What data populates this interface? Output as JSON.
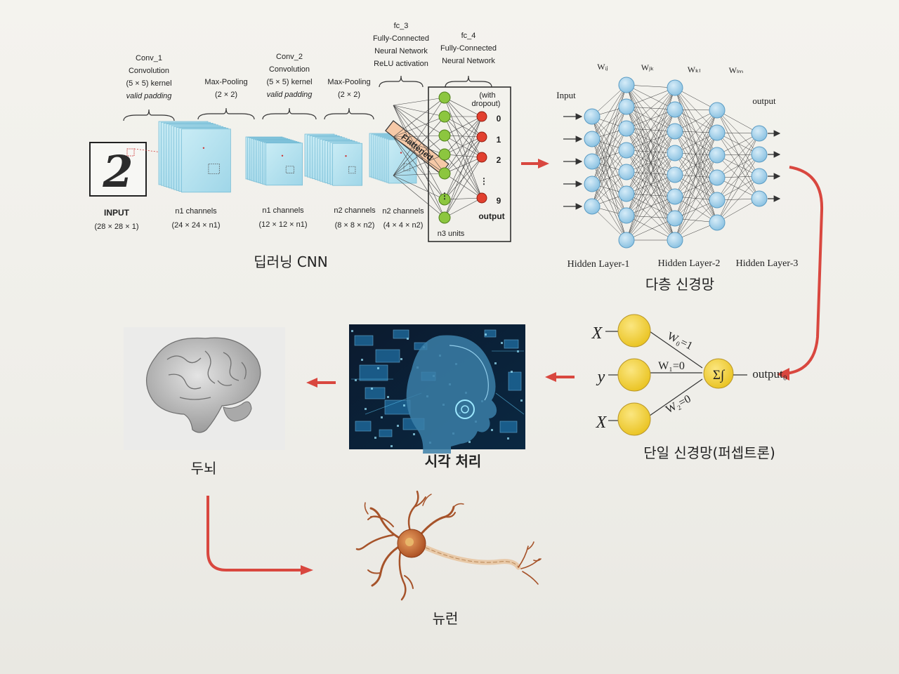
{
  "cnn": {
    "conv1": [
      "Conv_1",
      "Convolution",
      "(5 × 5) kernel",
      "valid padding"
    ],
    "pool1": [
      "Max-Pooling",
      "(2 × 2)"
    ],
    "conv2": [
      "Conv_2",
      "Convolution",
      "(5 × 5) kernel",
      "valid padding"
    ],
    "pool2": [
      "Max-Pooling",
      "(2 × 2)"
    ],
    "fc3": [
      "fc_3",
      "Fully-Connected",
      "Neural Network",
      "ReLU activation"
    ],
    "fc4": [
      "fc_4",
      "Fully-Connected",
      "Neural Network"
    ],
    "dropout": [
      "(with",
      "dropout)"
    ],
    "flattened": "Flattened",
    "outputs": [
      "0",
      "1",
      "2",
      "⋮",
      "9"
    ],
    "output_label": "output",
    "n3_units": "n3 units",
    "input_label": "INPUT",
    "input_dim": "(28 × 28 × 1)",
    "ch1": [
      "n1 channels",
      "(24 × 24 × n1)"
    ],
    "ch2": [
      "n1 channels",
      "(12 × 12 × n1)"
    ],
    "ch3": [
      "n2 channels",
      "(8 × 8 × n2)"
    ],
    "ch4": [
      "n2 channels",
      "(4 × 4 × n2)"
    ],
    "digit": "2",
    "caption": "딥러닝 CNN"
  },
  "mlp": {
    "weights": [
      "Wᵢⱼ",
      "Wⱼₖ",
      "Wₖₗ",
      "Wₗₘ"
    ],
    "input_label": "Input",
    "output_label": "output",
    "layers": [
      "Hidden Layer-1",
      "Hidden Layer-2",
      "Hidden Layer-3"
    ],
    "caption": "다층 신경망"
  },
  "perceptron": {
    "inputs": [
      "X",
      "y",
      "X"
    ],
    "weights": [
      "W₀=1",
      "W₁=0",
      "W₂=0"
    ],
    "sum_symbol": "Σ∫",
    "output": "output₀",
    "caption": "단일 신경망(퍼셉트론)"
  },
  "vision": {
    "caption": "시각 처리"
  },
  "brain": {
    "caption": "두뇌"
  },
  "neuron": {
    "caption": "뉴런"
  },
  "colors": {
    "arrow": "#d9473f",
    "node_blue": "#a9cfe8",
    "node_green": "#8cc63f",
    "node_red": "#e2402f",
    "node_yellow": "#f2d23c",
    "cube": "#aee0ee"
  }
}
